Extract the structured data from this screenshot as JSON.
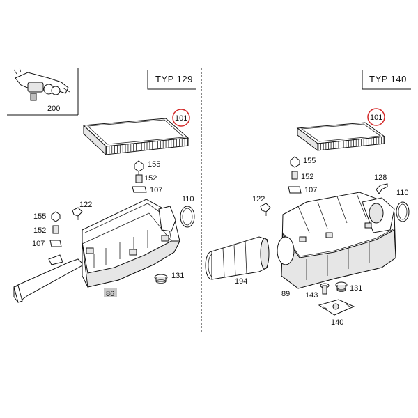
{
  "panels": [
    {
      "id": "left",
      "title": "TYP 129"
    },
    {
      "id": "right",
      "title": "TYP 140"
    }
  ],
  "labels": {
    "l200": "200",
    "l101a": "101",
    "l155a": "155",
    "l152a": "152",
    "l107a": "107",
    "l110a": "110",
    "l122a": "122",
    "l155b": "155",
    "l152b": "152",
    "l107b": "107",
    "l131a": "131",
    "l86": "86",
    "l101b": "101",
    "l155c": "155",
    "l152c": "152",
    "l107c": "107",
    "l128": "128",
    "l110b": "110",
    "l122b": "122",
    "l194": "194",
    "l89": "89",
    "l143": "143",
    "l131b": "131",
    "l140": "140"
  },
  "colors": {
    "highlight_circle": "#d42a2a",
    "label_highlight_bg": "#c8c8c8",
    "line": "#111111"
  }
}
